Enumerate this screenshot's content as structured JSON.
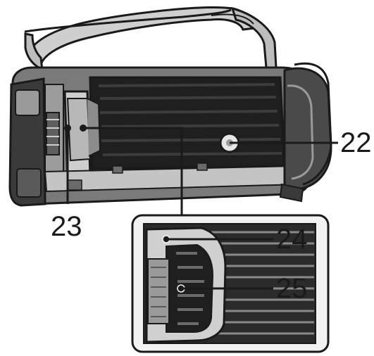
{
  "diagram": {
    "callouts": [
      {
        "id": "22",
        "label": "22"
      },
      {
        "id": "23",
        "label": "23"
      },
      {
        "id": "24",
        "label": "24"
      },
      {
        "id": "25",
        "label": "25"
      }
    ]
  },
  "colors": {
    "body_dark": "#2a2a2a",
    "body_mid": "#6e6e6e",
    "body_light": "#b4b4b4",
    "panel_bg": "#f2f2f2",
    "line": "#1a1a1a"
  }
}
